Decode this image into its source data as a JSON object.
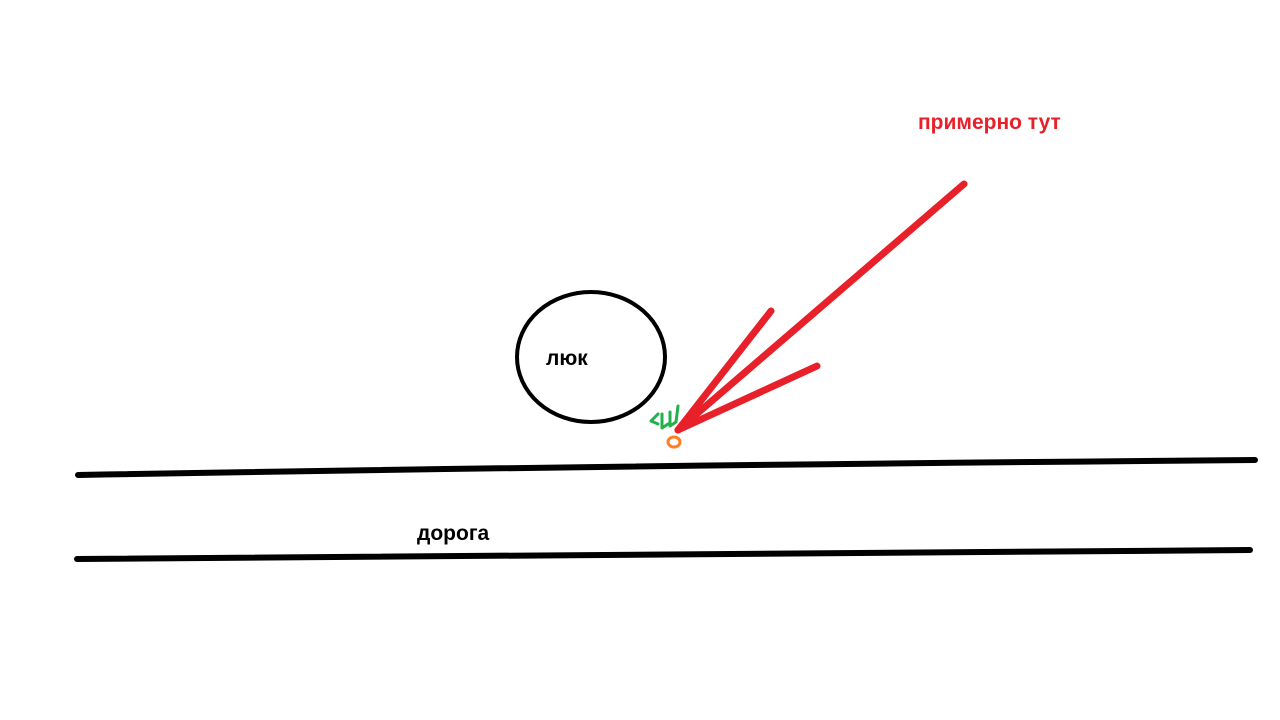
{
  "labels": {
    "hatch": "люк",
    "road": "дорога",
    "pointer_note": "примерно тут"
  },
  "colors": {
    "background": "#ffffff",
    "ink": "#000000",
    "arrow": "#e8202a",
    "marker_green": "#22b14c",
    "marker_orange": "#ff7f27"
  },
  "icons": {
    "hatch": "circle-outline",
    "arrow": "hand-drawn-arrow",
    "spot": "small-ring",
    "grass": "green-scribble"
  }
}
